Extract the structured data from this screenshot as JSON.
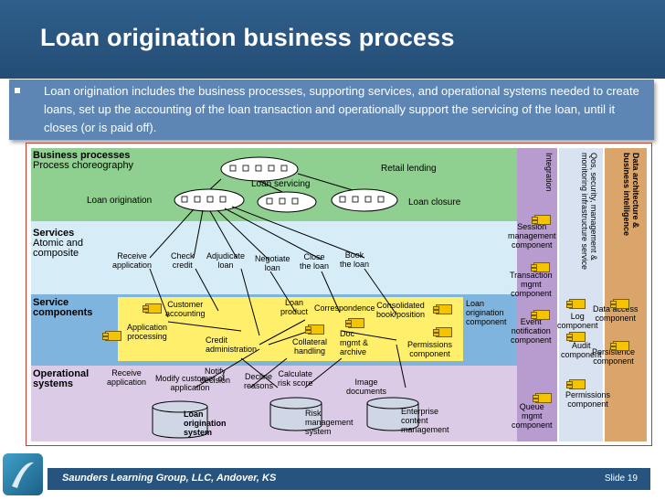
{
  "slide": {
    "title": "Loan origination business process",
    "bullet": "Loan origination includes the business processes, supporting services, and operational systems needed to create loans, set up the accounting of the loan transaction and operationally support the servicing of the loan, until it closes (or is paid off).",
    "footer": "Saunders Learning Group, LLC, Andover, KS",
    "slide_number": "Slide 19"
  },
  "diagram": {
    "bands": {
      "business": {
        "title": "Business processes",
        "sub": "Process choreography",
        "color": "#8fcf8f"
      },
      "services": {
        "title": "Services",
        "sub1": "Atomic and",
        "sub2": "composite",
        "color": "#d6ecf7"
      },
      "components": {
        "title1": "Service",
        "title2": "components",
        "color": "#7fb4de",
        "inner": "#ffef6a"
      },
      "operational": {
        "title1": "Operational",
        "title2": "systems",
        "color": "#dccbe7"
      }
    },
    "columns": {
      "integration": {
        "label": "Integration",
        "color": "#b89bcf"
      },
      "qos": {
        "label": "Qos, security, management & monitoring infrastructure service",
        "color": "#d9e2f1"
      },
      "data": {
        "label": "Data architecture & business intelligence",
        "color": "#d9a56b"
      }
    },
    "business_labels": {
      "retail": "Retail lending",
      "servicing": "Loan servicing",
      "origination": "Loan origination",
      "closure": "Loan closure"
    },
    "services": {
      "receive1": "Receive",
      "receive2": "application",
      "check1": "Check",
      "check2": "credit",
      "adjudicate1": "Adjudicate",
      "adjudicate2": "loan",
      "negotiate1": "Negotiate",
      "negotiate2": "loan",
      "close1": "Close",
      "close2": "the loan",
      "book1": "Book",
      "book2": "the loan"
    },
    "components": {
      "customer1": "Customer",
      "customer2": "accounting",
      "loanprod1": "Loan",
      "loanprod2": "product",
      "correspondence": "Correspondence",
      "consolidated1": "Consolidated",
      "consolidated2": "book/position",
      "loanorig1": "Loan",
      "loanorig2": "origination",
      "loanorig3": "component",
      "application1": "Application",
      "application2": "processing",
      "credit1": "Credit",
      "credit2": "administration",
      "collateral1": "Collateral",
      "collateral2": "handling",
      "doc1": "Doc",
      "doc2": "mgmt &",
      "doc3": "archive",
      "permissions1": "Permissions",
      "permissions2": "component"
    },
    "integration_items": {
      "session1": "Session",
      "session2": "management",
      "session3": "component",
      "transaction1": "Transaction",
      "transaction2": "mgmt",
      "transaction3": "component",
      "event1": "Event",
      "event2": "notification",
      "event3": "component",
      "queue1": "Queue",
      "queue2": "mgmt",
      "queue3": "component"
    },
    "qos_items": {
      "log1": "Log",
      "log2": "component",
      "audit1": "Audit",
      "audit2": "component",
      "perm1": "Permissions",
      "perm2": "component"
    },
    "data_items": {
      "dataaccess1": "Data access",
      "dataaccess2": "component",
      "persistence1": "Persistence",
      "persistence2": "component"
    },
    "operational": {
      "receive1": "Receive",
      "receive2": "application",
      "modify1": "Modify customer of",
      "modify2": "application",
      "notify1": "Notify",
      "notify2": "decision",
      "decline1": "Decline",
      "decline2": "reasons",
      "calculate1": "Calculate",
      "calculate2": "risk score",
      "image1": "Image",
      "image2": "documents",
      "los1": "Loan",
      "los2": "origination",
      "los3": "system",
      "risk1": "Risk",
      "risk2": "management",
      "risk3": "system",
      "ecm1": "Enterprise",
      "ecm2": "content",
      "ecm3": "management"
    }
  }
}
